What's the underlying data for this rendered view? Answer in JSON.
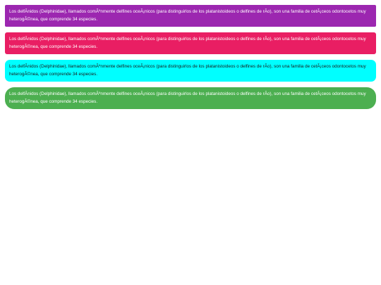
{
  "boxes": [
    {
      "text": "Los delfÃnidos (Delphinidae), llamados comÃºnmente delfines oceÃ¡nicos (para distinguirlos de los platanistoideos o delfines de rÃo), son una familia de cetÃ¡ceos odontocetos muy heterogÃ©nea, que comprende 34 especies.",
      "bg": "#9c27b0",
      "fg": "#ffffff"
    },
    {
      "text": "Los delfÃnidos (Delphinidae), llamados comÃºnmente delfines oceÃ¡nicos (para distinguirlos de los platanistoideos o delfines de rÃo), son una familia de cetÃ¡ceos odontocetos muy heterogÃ©nea, que comprende 34 especies.",
      "bg": "#e91e63",
      "fg": "#ffffff"
    },
    {
      "text": "Los delfÃnidos (Delphinidae), llamados comÃºnmente delfines oceÃ¡nicos (para distinguirlos de los platanistoideos o delfines de rÃo), son una familia de cetÃ¡ceos odontocetos muy heterogÃ©nea, que comprende 34 especies.",
      "bg": "#00ffff",
      "fg": "#1a1a1a"
    },
    {
      "text": "Los delfÃnidos (Delphinidae), llamados comÃºnmente delfines oceÃ¡nicos (para distinguirlos de los platanistoideos o delfines de rÃo), son una familia de cetÃ¡ceos odontocetos muy heterogÃ©nea, que comprende 34 especies.",
      "bg": "#4caf50",
      "fg": "#ffffff"
    }
  ]
}
